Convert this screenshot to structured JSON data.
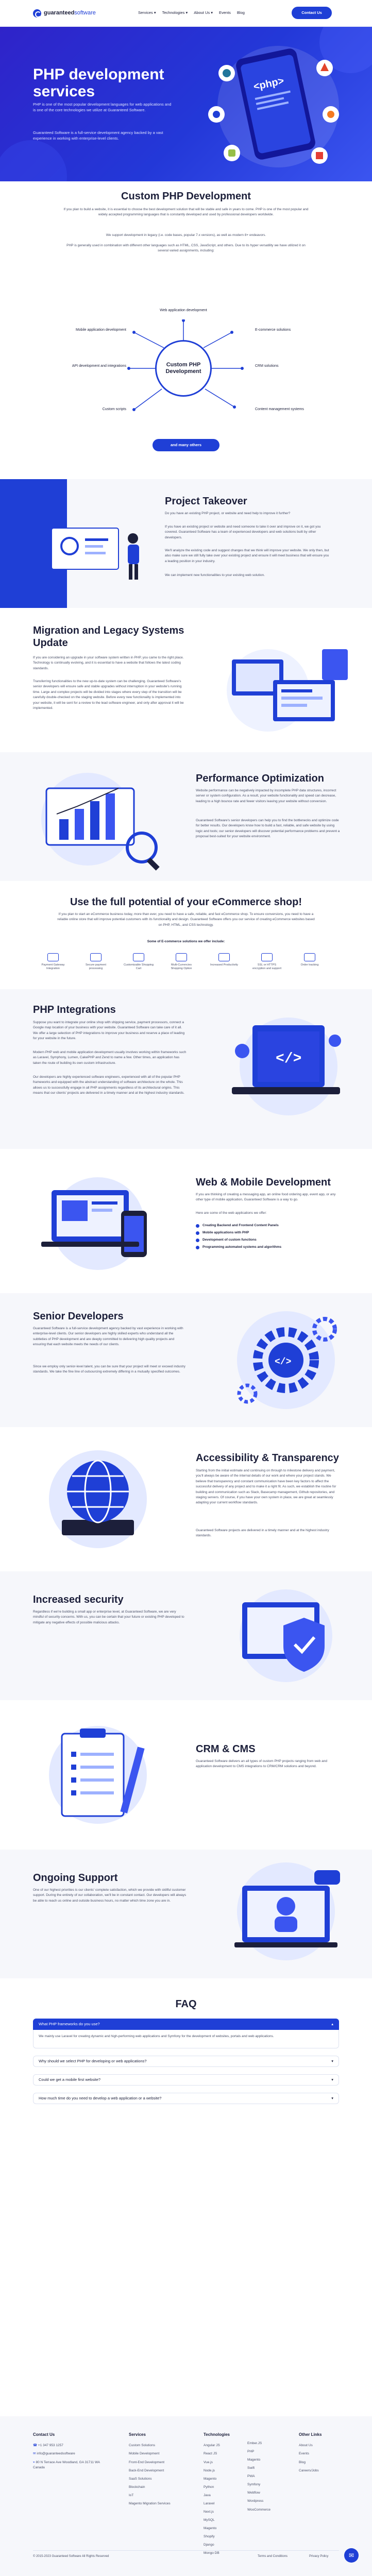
{
  "header": {
    "logo_brand": "guaranteed",
    "logo_suffix": "software",
    "nav": [
      "Services",
      "Technologies",
      "About Us",
      "Events",
      "Blog"
    ],
    "contact_label": "Contact Us"
  },
  "hero": {
    "title": "PHP development services",
    "p1": "PHP is one of the most popular development languages for web applications and is one of the core technologies we utilize at Guaranteed Software.",
    "p2": "Guaranteed Software is a full-service development agency backed by a vast experience in working with enterprise-level clients."
  },
  "custom": {
    "title": "Custom PHP Development",
    "p1": "If you plan to build a website, it is essential to choose the best development solution that will be stable and safe in years to come. PHP is one of the most popular and widely accepted programming languages that is constantly developed and used by professional developers worldwide.",
    "p2": "We support development in legacy (i.e. code bases, popular 7.x versions), as well as modern 8+ endeavors.",
    "p3": "PHP is generally used in combination with different other languages such as HTML, CSS, JavaScript, and others. Due to its hyper versatility we have utilized it on several varied assignments, including:",
    "hub": "Custom PHP Development",
    "labels": [
      "Web application development",
      "E-commerce solutions",
      "CRM solutions",
      "Content management systems",
      "Custom scripts",
      "API development and integrations",
      "Mobile application development"
    ],
    "more_button": "and many others"
  },
  "takeover": {
    "title": "Project Takeover",
    "p1": "Do you have an existing PHP project, or website and need help to improve it further?",
    "p2": "If you have an existing project or website and need someone to take it over and improve on it, we got you covered. Guaranteed Software has a team of experienced developers and web solutions built by other developers.",
    "p3": "We'll analyze the existing code and suggest changes that we think will improve your website. We only then, but also make sure we still fully take over your existing project and ensure it will meet business that will ensure you a leading position in your industry.",
    "p4": "We can implement new functionalities to your existing web solution."
  },
  "migration": {
    "title": "Migration and Legacy Systems Update",
    "p1": "If you are considering an upgrade in your software system written in PHP, you came to the right place. Technology is continually evolving, and it is essential to have a website that follows the latest coding standards.",
    "p2": "Transferring functionalities to the new up-to-date system can be challenging. Guaranteed Software's senior developers will ensure safe and stable upgrades without interruption in your website's running time. Large and complex projects will be divided into stages where every step of the transition will be carefully double-checked on the staging website. Before every new functionality is implemented into your website, it will be sent for a review to the lead software engineer, and only after approval it will be implemented."
  },
  "performance": {
    "title": "Performance Optimization",
    "p1": "Website performance can be negatively impacted by incomplete PHP data structures, incorrect server or system configuration. As a result, your website functionality and speed can decrease, leading to a high bounce rate and fewer visitors leaving your website without conversion.",
    "p2": "Guaranteed Software's senior developers can help you to find the bottlenecks and optimize code for better results. Our developers know how to build a fast, reliable, and safe website by using logic and tools; our senior developers will discover potential performance problems and prevent a proposal best-suited for your website environment."
  },
  "ecommerce": {
    "title": "Use the full potential of your eCommerce shop!",
    "p1": "If you plan to start an eCommerce business today, more than ever, you need to have a safe, reliable, and fast eCommerce shop. To ensure conversions, you need to have a reliable online store that will improve potential customers with its functionality and design. Guaranteed Software offers you our service of creating eCommerce websites based on PHP, HTML, and CSS technology.",
    "subtitle": "Some of E-commerce solutions we offer include:",
    "items": [
      "Payment Gateway Integration",
      "Secure payment processing",
      "Customizable Shopping Cart",
      "Multi-Currencies Shopping Option",
      "Increased Productivity",
      "SSL or HTTPS encryption and support",
      "Order tracking"
    ]
  },
  "integrations": {
    "title": "PHP Integrations",
    "p1": "Suppose you want to integrate your online shop with shipping service, payment processors, connect a Google map location of your business with your website. Guaranteed Software can take care of it all. We offer a large selection of PHP integrations to improve your business and reserve a place of leading for your website in the future.",
    "p2": "Modern PHP web and mobile application development usually involves working within frameworks such as Laravel, Symphony, Lumen, CakePHP and Zend to name a few. Other times, an application has taken the route of building its own custom infrastructure.",
    "p3": "Our developers are highly experienced software engineers, experienced with all of the popular PHP frameworks and equipped with the abstract understanding of software architecture on the whole. This allows us to successfully engage in all PHP assignments regardless of its architectural origins. This means that our clients' projects are delivered in a timely manner and at the highest industry standards."
  },
  "webmobile": {
    "title": "Web & Mobile Development",
    "p1": "If you are thinking of creating a messaging app, an online food ordering app, event app, or any other type of mobile application, Guaranteed Software is a way to go.",
    "p2": "Here are some of the web applications we offer:",
    "items": [
      "Creating Backend and Frontend Content Panels",
      "Mobile applications with PHP",
      "Development of custom functions",
      "Programming automated systems and algorithms"
    ]
  },
  "senior": {
    "title": "Senior Developers",
    "p1": "Guaranteed Software is a full-service development agency backed by vast experience in working with enterprise-level clients. Our senior developers are highly skilled experts who understand all the subtleties of PHP development and are deeply committed to delivering high quality projects and ensuring that each website meets the needs of our clients.",
    "p2": "Since we employ only senior-level talent, you can be sure that your project will meet or exceed industry standards. We take the fine line of outsourcing extremely differing in a mutually specified outcomes."
  },
  "accessibility": {
    "title": "Accessibility & Transparency",
    "p1": "Starting from the initial estimate and continuing on through to milestone delivery and payment, you'll always be aware of the internal details of our work and where your project stands. We believe that transparency and constant communication have been key factors to affect the successful delivery of any project and to make it a right fit. As such, we establish the routine for building and communication such as Slack, Basecamp management, Github repositories, and staging servers. Of course, if you have your own system in place, we are great at seamlessly adapting your current workflow standards.",
    "p2": "Guaranteed Software projects are delivered in a timely manner and at the highest industry standards."
  },
  "security": {
    "title": "Increased security",
    "p1": "Regardless if we're building a small app or enterprise level, at Guaranteed Software, we are very mindful of security concerns. With us, you can be certain that your future or existing PHP developed to mitigate any negative effects of possible malicious attacks."
  },
  "crm": {
    "title": "CRM & CMS",
    "p1": "Guaranteed Software delivers an all types of custom PHP projects ranging from web and application development to CMS integrations to CRM/CRM solutions and beyond."
  },
  "support": {
    "title": "Ongoing Support",
    "p1": "One of our highest priorities is our clients' complete satisfaction, which we provide with skillful customer support. During the entirety of our collaboration, we'll be in constant contact. Our developers will always be able to reach us online and outside business hours, no matter which time zone you are in."
  },
  "faq": {
    "title": "FAQ",
    "items": [
      {
        "q": "What PHP frameworks do you use?",
        "a": "We mainly use Laravel for creating dynamic and high-performing web applications and Symfony for the development of websites, portals and web applications."
      },
      {
        "q": "Why should we select PHP for developing or web applications?",
        "a": ""
      },
      {
        "q": "Could we get a mobile first website?",
        "a": ""
      },
      {
        "q": "How much time do you need to develop a web application or a website?",
        "a": ""
      }
    ]
  },
  "footer": {
    "contact_title": "Contact Us",
    "phone": "+1 347 953 1257",
    "email": "info@guaranteedsoftware",
    "address": "80 N Terrace Ave Woodland, GA 31711 WA Canada",
    "services_title": "Services",
    "services": [
      "Custom Solutions",
      "Mobile Development",
      "Front-End Development",
      "Back-End Development",
      "SaaS Solutions",
      "Blockchain",
      "IoT",
      "Magento Migration Services"
    ],
    "tech_title": "Technologies",
    "tech": [
      "Angular JS",
      "React JS",
      "Vue.js",
      "Node.js",
      "Magento",
      "Python",
      "Java",
      "Laravel",
      "Next.js",
      "MySQL",
      "Magento",
      "Shopify",
      "Django",
      "Mongo DB"
    ],
    "tech2": [
      "Ember.JS",
      "PHP",
      "Magento",
      "Swift",
      "PWA",
      "Symfony",
      "Webflow",
      "Wordpress",
      "WooCommerce"
    ],
    "links_title": "Other Links",
    "links": [
      "About Us",
      "Events",
      "Blog",
      "Careers/Jobs"
    ],
    "copyright": "© 2015-2023 Guaranteed Software All Rights Reserved",
    "terms": "Terms and Conditions",
    "privacy": "Privacy Policy"
  },
  "colors": {
    "primary": "#1f3fd6",
    "hero_start": "#2f23c9",
    "hero_end": "#3b55f0",
    "dark": "#1c1f3a"
  }
}
